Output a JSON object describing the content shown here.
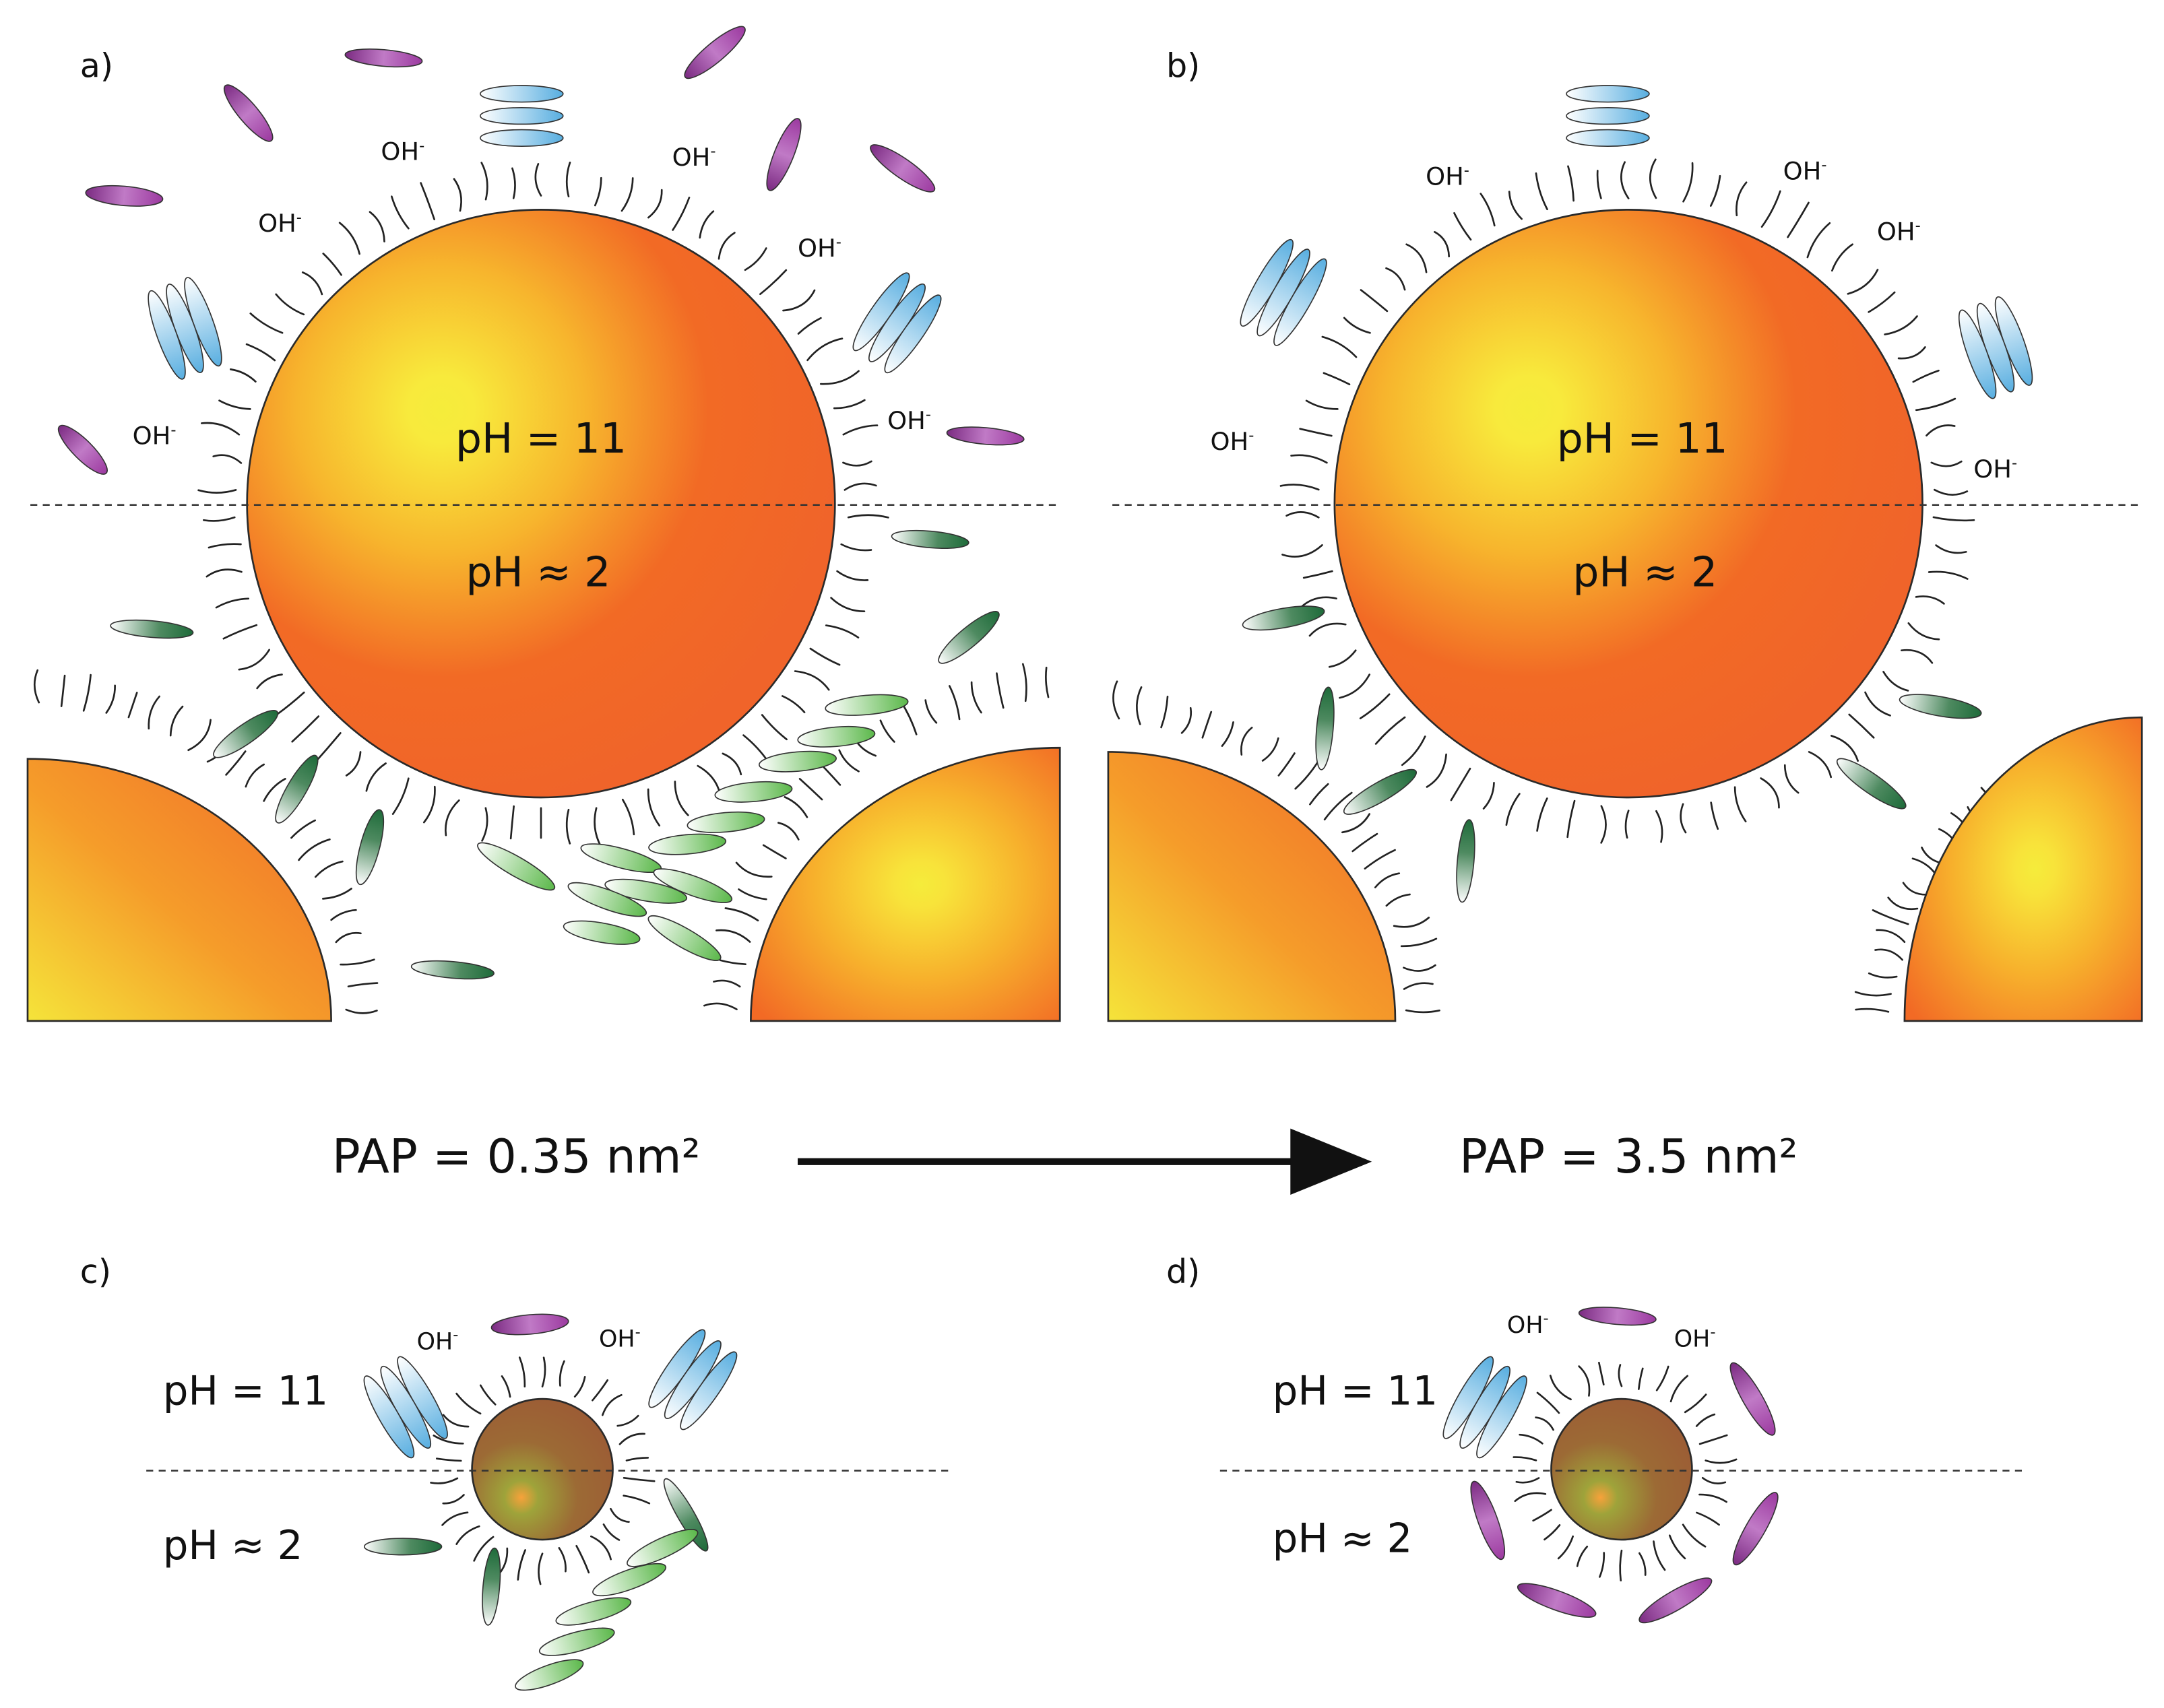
{
  "panels": {
    "a": {
      "letter": "a)",
      "top_ph": "pH = 11",
      "bottom_ph": "pH ≈ 2",
      "oh": "OH-"
    },
    "b": {
      "letter": "b)",
      "top_ph": "pH = 11",
      "bottom_ph": "pH ≈ 2",
      "oh": "OH-"
    },
    "c": {
      "letter": "c)",
      "top_ph": "pH = 11",
      "bottom_ph": "pH ≈ 2",
      "oh": "OH-"
    },
    "d": {
      "letter": "d)",
      "top_ph": "pH = 11",
      "bottom_ph": "pH ≈ 2",
      "oh": "OH-"
    }
  },
  "pap": {
    "left": "PAP = 0.35 nm²",
    "right": "PAP = 3.5 nm²"
  },
  "colors": {
    "particle_orange": "#f26a25",
    "particle_yellow": "#f5ec3b",
    "small_particle_brown": "#9c5a35",
    "purple_molecule": "#9c3aa0",
    "blue_molecule": "#58aee0",
    "dark_green_molecule": "#1e6b3a",
    "light_green_molecule": "#5bb84a"
  },
  "icons": [
    "orange-nanoparticle-icon",
    "small-brown-nanoparticle-icon",
    "purple-molecule-icon",
    "blue-molecule-stack-icon",
    "dark-green-molecule-icon",
    "light-green-molecule-icon",
    "ligand-hair-icon",
    "arrow-right-icon"
  ]
}
